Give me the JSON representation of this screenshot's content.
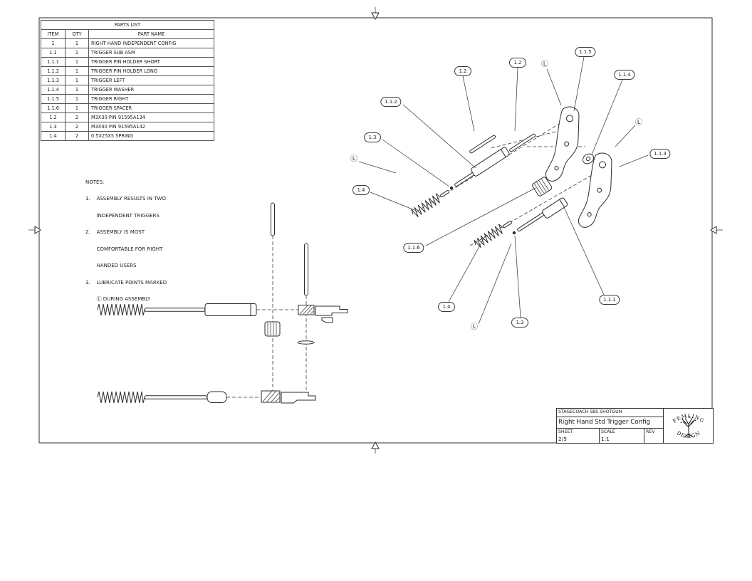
{
  "drawing": {
    "lube_symbol": "Ⓛ"
  },
  "parts_list": {
    "title": "PARTS LIST",
    "headers": {
      "item": "ITEM",
      "qty": "QTY",
      "part_name": "PART NAME"
    },
    "rows": [
      {
        "item": "1",
        "qty": "1",
        "part_name": "RIGHT HAND INDEPENDENT CONFIG"
      },
      {
        "item": "1.1",
        "qty": "1",
        "part_name": "TRIGGER SUB ASM"
      },
      {
        "item": "1.1.1",
        "qty": "1",
        "part_name": "TRIGGER PIN HOLDER SHORT"
      },
      {
        "item": "1.1.2",
        "qty": "1",
        "part_name": "TRIGGER PIN HOLDER LONG"
      },
      {
        "item": "1.1.3",
        "qty": "1",
        "part_name": "TRIGGER LEFT"
      },
      {
        "item": "1.1.4",
        "qty": "1",
        "part_name": "TRIGGER WASHER"
      },
      {
        "item": "1.1.5",
        "qty": "1",
        "part_name": "TRIGGER RIGHT"
      },
      {
        "item": "1.1.6",
        "qty": "1",
        "part_name": "TRIGGER SPACER"
      },
      {
        "item": "1.2",
        "qty": "2",
        "part_name": "M3X30 PIN 91595A134"
      },
      {
        "item": "1.3",
        "qty": "2",
        "part_name": "M3X40 PIN 91595A142"
      },
      {
        "item": "1.4",
        "qty": "2",
        "part_name": "0.5X25X5 SPRING"
      }
    ]
  },
  "notes": {
    "lines": [
      "NOTES:",
      "1.    ASSEMBLY RESULTS IN TWO",
      "       INDEPENDENT TRIGGERS",
      "2.    ASSEMBLY IS MOST",
      "       COMFORTABLE FOR RIGHT",
      "       HANDED USERS",
      "3.    LUBRICATE POINTS MARKED",
      "       Ⓛ DURING ASSEMBLY"
    ]
  },
  "balloons": {
    "items": [
      "1.2",
      "1.2",
      "1.1.5",
      "1.1.4",
      "1.1.3",
      "1.1.2",
      "1.3",
      "1.4",
      "1.1.6",
      "1.4",
      "1.3",
      "1.1.1"
    ]
  },
  "title_block": {
    "company": "STAGECOACH SBS SHOTGUN",
    "title": "Right Hand Std Trigger Config",
    "sheet_label": "SHEET",
    "sheet_value": "2/5",
    "scale_label": "SCALE",
    "scale_value": "1:1",
    "rev_label": "REV",
    "logo_top": "FEMLING",
    "logo_bottom": "DESIGN"
  }
}
